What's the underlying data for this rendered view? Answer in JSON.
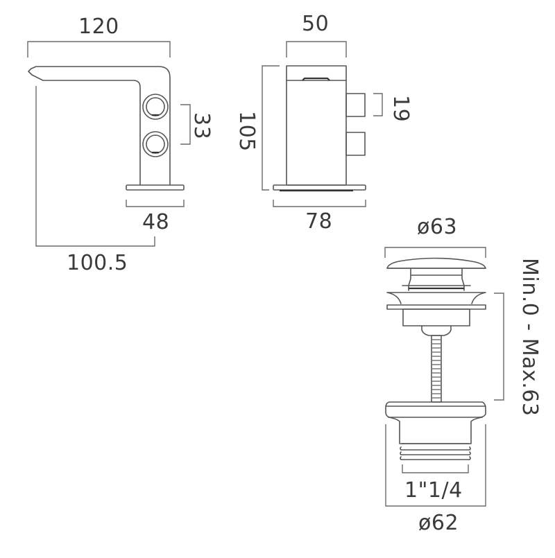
{
  "diagram": {
    "title": "Basin mixer and click-clack waste technical dimensions",
    "line_color": "#555555",
    "text_color": "#3a3a3a",
    "background": "#ffffff",
    "units": "mm"
  },
  "side_view": {
    "label": "Tap side elevation",
    "dimensions": {
      "overall_length": "120",
      "handle_spacing": "33",
      "base_width": "48",
      "spout_projection": "100.5"
    },
    "handles": 2
  },
  "front_view": {
    "label": "Tap front elevation",
    "dimensions": {
      "body_width": "50",
      "overall_height": "105",
      "handle_size": "19",
      "base_width": "78"
    },
    "handles": 2
  },
  "waste": {
    "label": "Click-clack basin waste",
    "dimensions": {
      "cap_diameter": "ø63",
      "adjustment_range": "Min.0 - Max.63",
      "thread_size": "1\"1/4",
      "flange_diameter": "ø62"
    }
  }
}
